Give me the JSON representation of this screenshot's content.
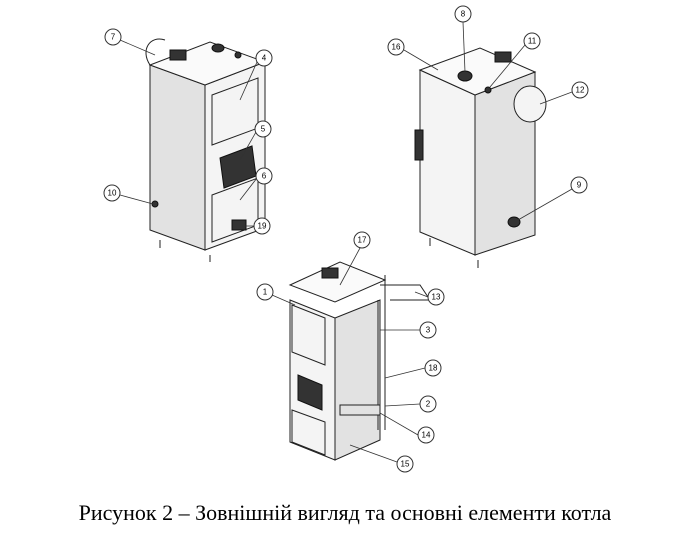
{
  "caption": "Рисунок 2 – Зовнішній вигляд та основні елементи котла",
  "callouts": {
    "front_view": [
      "7",
      "4",
      "5",
      "6",
      "10",
      "19"
    ],
    "rear_view": [
      "16",
      "8",
      "11",
      "12",
      "9"
    ],
    "exploded_view": [
      "17",
      "1",
      "13",
      "3",
      "18",
      "2",
      "14",
      "15"
    ]
  }
}
